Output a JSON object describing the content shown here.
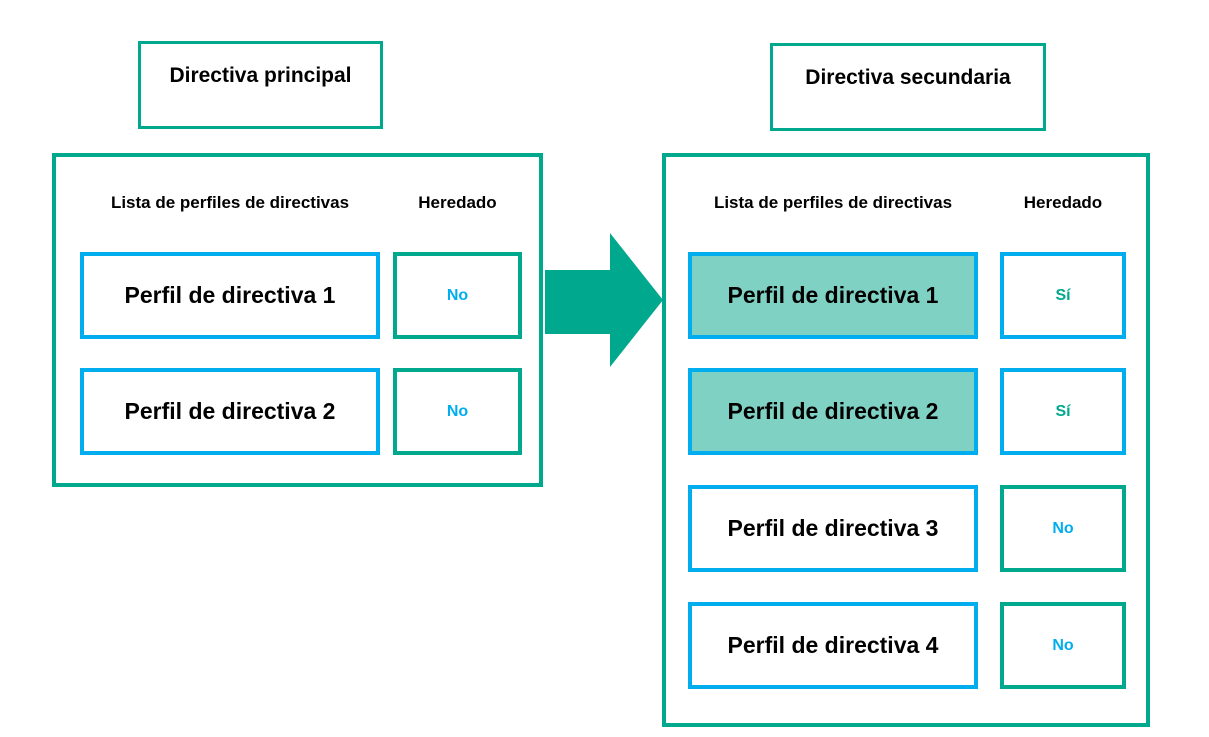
{
  "colors": {
    "teal": "#00A88E",
    "blue": "#00AEEF",
    "highlight_fill": "#7FD1C3",
    "text": "#000000"
  },
  "main_policy": {
    "title": "Directiva principal",
    "list_header": "Lista de perfiles de directivas",
    "inherited_header": "Heredado",
    "profiles": [
      {
        "label": "Perfil de directiva 1",
        "inherited_label": "No",
        "inherited": false
      },
      {
        "label": "Perfil de directiva 2",
        "inherited_label": "No",
        "inherited": false
      }
    ]
  },
  "secondary_policy": {
    "title": "Directiva secundaria",
    "list_header": "Lista de perfiles de directivas",
    "inherited_header": "Heredado",
    "profiles": [
      {
        "label": "Perfil de directiva 1",
        "inherited_label": "Sí",
        "inherited": true
      },
      {
        "label": "Perfil de directiva 2",
        "inherited_label": "Sí",
        "inherited": true
      },
      {
        "label": "Perfil de directiva 3",
        "inherited_label": "No",
        "inherited": false
      },
      {
        "label": "Perfil de directiva 4",
        "inherited_label": "No",
        "inherited": false
      }
    ]
  }
}
